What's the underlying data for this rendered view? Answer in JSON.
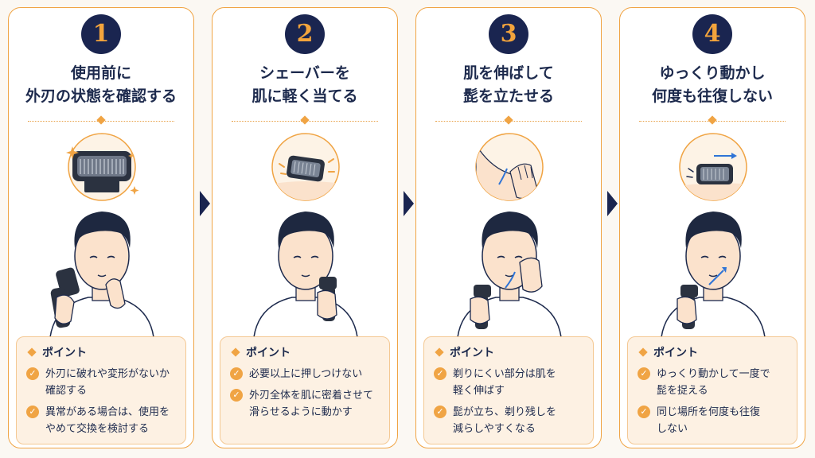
{
  "steps": [
    {
      "number": "1",
      "title_line1": "使用前に",
      "title_line2": "外刃の状態を確認する",
      "point_label": "ポイント",
      "points": [
        "外刃に破れや変形がないか\n確認する",
        "異常がある場合は、使用を\nやめて交換を検討する"
      ]
    },
    {
      "number": "2",
      "title_line1": "シェーバーを",
      "title_line2": "肌に軽く当てる",
      "point_label": "ポイント",
      "points": [
        "必要以上に押しつけない",
        "外刃全体を肌に密着させて\n滑らせるように動かす"
      ]
    },
    {
      "number": "3",
      "title_line1": "肌を伸ばして",
      "title_line2": "髭を立たせる",
      "point_label": "ポイント",
      "points": [
        "剃りにくい部分は肌を\n軽く伸ばす",
        "髭が立ち、剃り残しを\n減らしやすくなる"
      ]
    },
    {
      "number": "4",
      "title_line1": "ゆっくり動かし",
      "title_line2": "何度も往復しない",
      "point_label": "ポイント",
      "points": [
        "ゆっくり動かして一度で\n髭を捉える",
        "同じ場所を何度も往復\nしない"
      ]
    }
  ],
  "colors": {
    "navy": "#1a2550",
    "orange": "#f0a444",
    "point_bg": "#fdf1e3",
    "skin": "#fbe2cc",
    "motion_arrow": "#2f74d6"
  },
  "icons": [
    "shaver-head-icon",
    "sparkle-icon",
    "man-shaving-illustration",
    "check-icon",
    "step-arrow-icon",
    "motion-arrow-icon"
  ]
}
